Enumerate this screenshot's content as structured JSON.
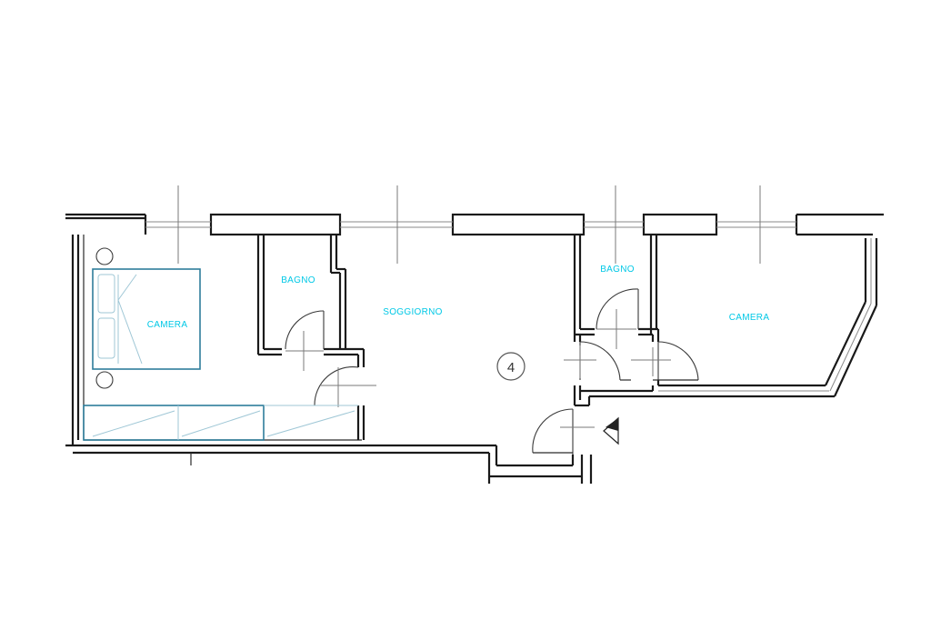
{
  "colors": {
    "walls": "#1a1a1a",
    "labels": "#00c8e6",
    "furniture": "#2e7d9b",
    "background": "#ffffff"
  },
  "rooms": [
    {
      "id": "camera-west",
      "label": "CAMERA"
    },
    {
      "id": "bagno-west",
      "label": "BAGNO"
    },
    {
      "id": "soggiorno",
      "label": "SOGGIORNO"
    },
    {
      "id": "bagno-east",
      "label": "BAGNO"
    },
    {
      "id": "camera-east",
      "label": "CAMERA"
    }
  ],
  "unit": {
    "number": "4"
  },
  "icons": [
    "door-swing-icon",
    "entrance-arrow-icon",
    "bed-icon",
    "wardrobe-icon",
    "window-icon"
  ]
}
